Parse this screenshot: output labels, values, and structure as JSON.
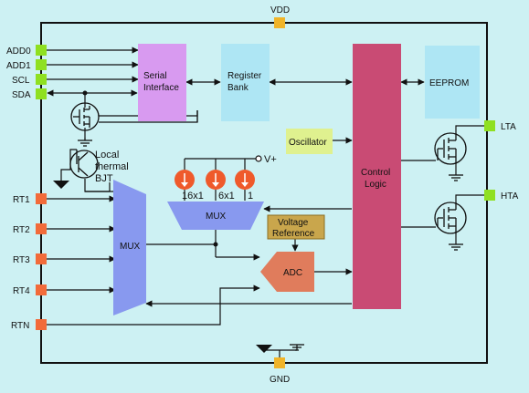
{
  "power": {
    "vdd": "VDD",
    "gnd": "GND"
  },
  "left_pins": [
    "ADD0",
    "ADD1",
    "SCL",
    "SDA",
    "RT1",
    "RT2",
    "RT3",
    "RT4",
    "RTN"
  ],
  "right_pins": {
    "lta": "LTA",
    "hta": "HTA"
  },
  "blocks": {
    "serial_line1": "Serial",
    "serial_line2": "Interface",
    "register_line1": "Register",
    "register_line2": "Bank",
    "eeprom": "EEPROM",
    "oscillator": "Oscillator",
    "control_line1": "Control",
    "control_line2": "Logic",
    "mux_left": "MUX",
    "mux_current": "MUX",
    "vref_line1": "Voltage",
    "vref_line2": "Reference",
    "adc": "ADC"
  },
  "sensor": {
    "line1": "Local",
    "line2": "thermal",
    "line3": "BJT"
  },
  "current_sources": {
    "s1": "16x1",
    "s2": "6x1",
    "s3": "1",
    "vplus": "V+"
  },
  "colors": {
    "background": "#cdf1f3",
    "pin_green": "#8fe021",
    "pin_orange": "#f26b3a",
    "serial_block": "#d89af0",
    "register_block": "#aee6f4",
    "control_block": "#c94b74",
    "oscillator": "#dff18f",
    "mux": "#8899ef",
    "current_source": "#ef5a2b",
    "vref": "#c9a64c",
    "adc": "#e07c5c"
  }
}
